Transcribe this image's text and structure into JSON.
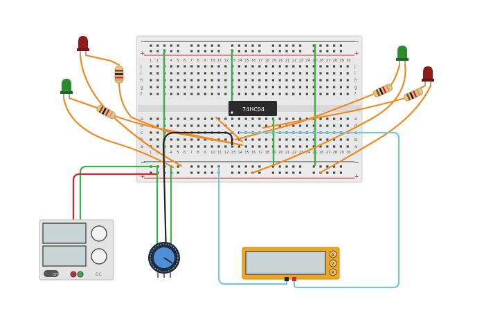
{
  "circuit": {
    "ic_label": "74HC04",
    "rail_minus": "−",
    "rail_plus": "+",
    "row_letters_top": [
      "j",
      "i",
      "h",
      "g",
      "f"
    ],
    "row_letters_bottom": [
      "e",
      "d",
      "c",
      "b",
      "a"
    ],
    "column_numbers": [
      "1",
      "2",
      "3",
      "4",
      "5",
      "6",
      "7",
      "8",
      "9",
      "10",
      "11",
      "12",
      "13",
      "14",
      "15",
      "16",
      "17",
      "18",
      "19",
      "20",
      "21",
      "22",
      "23",
      "24",
      "25",
      "26",
      "27",
      "28",
      "29",
      "30"
    ]
  },
  "power_supply": {
    "off_label": "OFF",
    "brand_label": "DC"
  },
  "multimeter": {
    "mode_a": "A",
    "mode_v": "V",
    "mode_r": "R"
  },
  "colors": {
    "board": "#e6e6e6",
    "wire_orange": "#ee8a1f",
    "wire_green": "#3db04a",
    "wire_red": "#d8262a",
    "wire_black": "#222222",
    "wire_cyan": "#79c5d6",
    "led_red": "#8e1c1c",
    "led_green": "#2c8a2f",
    "meter_body": "#f0a61c",
    "pot_blue": "#4e8fd8"
  }
}
